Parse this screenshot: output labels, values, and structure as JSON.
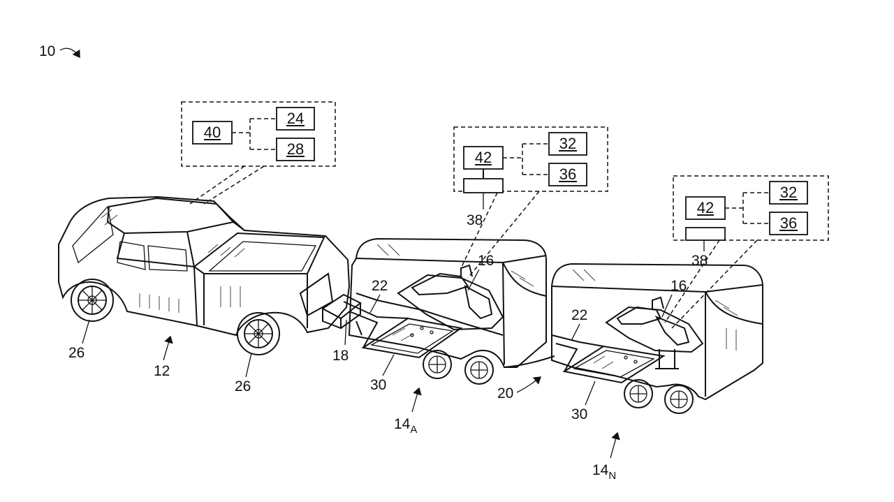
{
  "figure_ref": "10",
  "callouts": {
    "truck": "12",
    "trailer_a": "14",
    "trailer_a_sub": "A",
    "trailer_n": "14",
    "trailer_n_sub": "N",
    "watercraft_a": "16",
    "watercraft_n": "16",
    "hitch": "18",
    "link": "20",
    "tongue_a": "22",
    "tongue_n": "22",
    "wheel_rear": "26",
    "wheel_front": "26",
    "deck_a": "30",
    "deck_n": "30",
    "sensor_a": "38",
    "sensor_n": "38"
  },
  "truck_module": {
    "controller": "40",
    "unit_top": "24",
    "unit_bottom": "28"
  },
  "trailer_a_module": {
    "controller": "42",
    "unit_top": "32",
    "unit_bottom": "36"
  },
  "trailer_n_module": {
    "controller": "42",
    "unit_top": "32",
    "unit_bottom": "36"
  }
}
